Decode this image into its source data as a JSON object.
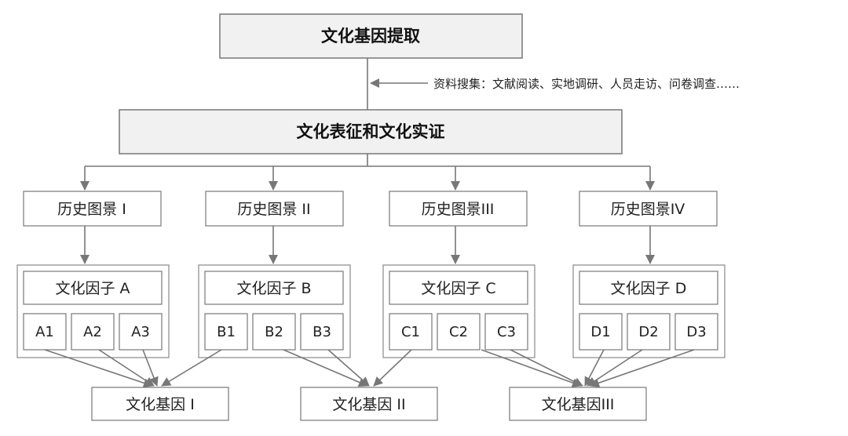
{
  "top": {
    "label": "文化基因提取"
  },
  "note": {
    "label": "资料搜集：文献阅读、实地调研、人员走访、问卷调查……"
  },
  "second": {
    "label": "文化表征和文化实证"
  },
  "scenes": [
    {
      "label": "历史图景 I"
    },
    {
      "label": "历史图景 II"
    },
    {
      "label": "历史图景III"
    },
    {
      "label": "历史图景IV"
    }
  ],
  "factors": [
    {
      "label": "文化因子 A",
      "items": [
        "A1",
        "A2",
        "A3"
      ]
    },
    {
      "label": "文化因子 B",
      "items": [
        "B1",
        "B2",
        "B3"
      ]
    },
    {
      "label": "文化因子 C",
      "items": [
        "C1",
        "C2",
        "C3"
      ]
    },
    {
      "label": "文化因子 D",
      "items": [
        "D1",
        "D2",
        "D3"
      ]
    }
  ],
  "genes": [
    {
      "label": "文化基因 I"
    },
    {
      "label": "文化基因 II"
    },
    {
      "label": "文化基因III"
    }
  ]
}
